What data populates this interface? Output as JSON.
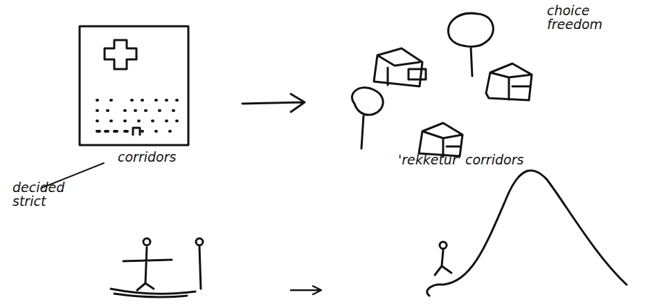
{
  "diagram": {
    "labels": [
      "choice freedom",
      "corridors",
      "decided strict",
      "'rekketur' corridors"
    ]
  }
}
